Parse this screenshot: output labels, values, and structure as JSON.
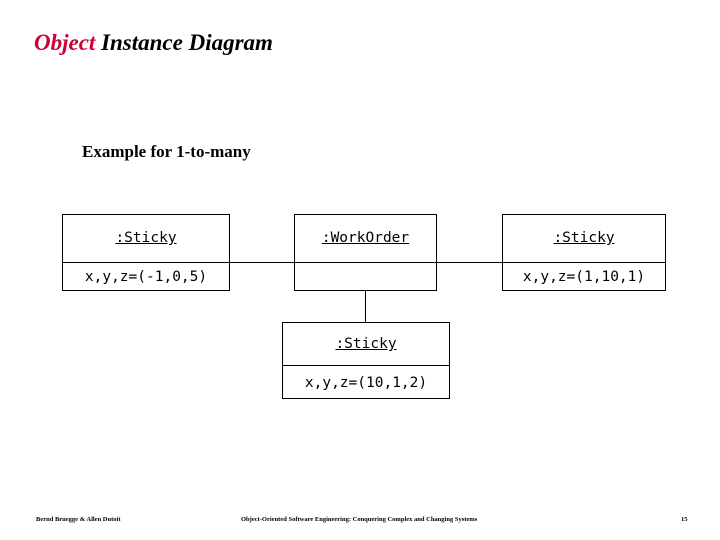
{
  "slide": {
    "title_accent": "Object",
    "title_rest": " Instance Diagram",
    "title_full": "Object Instance Diagram",
    "subtitle": "Example for 1-to-many",
    "accent_color": "#CC0033",
    "background_color": "#FFFFFF",
    "line_color": "#000000"
  },
  "diagram": {
    "type": "uml-object-instance-diagram",
    "objects": [
      {
        "id": "sticky-left",
        "name": ":Sticky",
        "attributes": "x,y,z=(-1,0,5)",
        "has_empty_compartment": false
      },
      {
        "id": "workorder",
        "name": ":WorkOrder",
        "attributes": "",
        "has_empty_compartment": true
      },
      {
        "id": "sticky-right",
        "name": ":Sticky",
        "attributes": "x,y,z=(1,10,1)",
        "has_empty_compartment": false
      },
      {
        "id": "sticky-bottom",
        "name": ":Sticky",
        "attributes": "x,y,z=(10,1,2)",
        "has_empty_compartment": false
      }
    ],
    "links": [
      {
        "id": "link-left",
        "from": "sticky-left",
        "to": "workorder",
        "orientation": "horizontal"
      },
      {
        "id": "link-right",
        "from": "workorder",
        "to": "sticky-right",
        "orientation": "horizontal"
      },
      {
        "id": "link-bottom",
        "from": "workorder",
        "to": "sticky-bottom",
        "orientation": "vertical"
      }
    ]
  },
  "footer": {
    "left": "Bernd Bruegge & Allen Dutoit",
    "center": "Object-Oriented Software Engineering: Conquering Complex and Changing Systems",
    "page": "15"
  }
}
